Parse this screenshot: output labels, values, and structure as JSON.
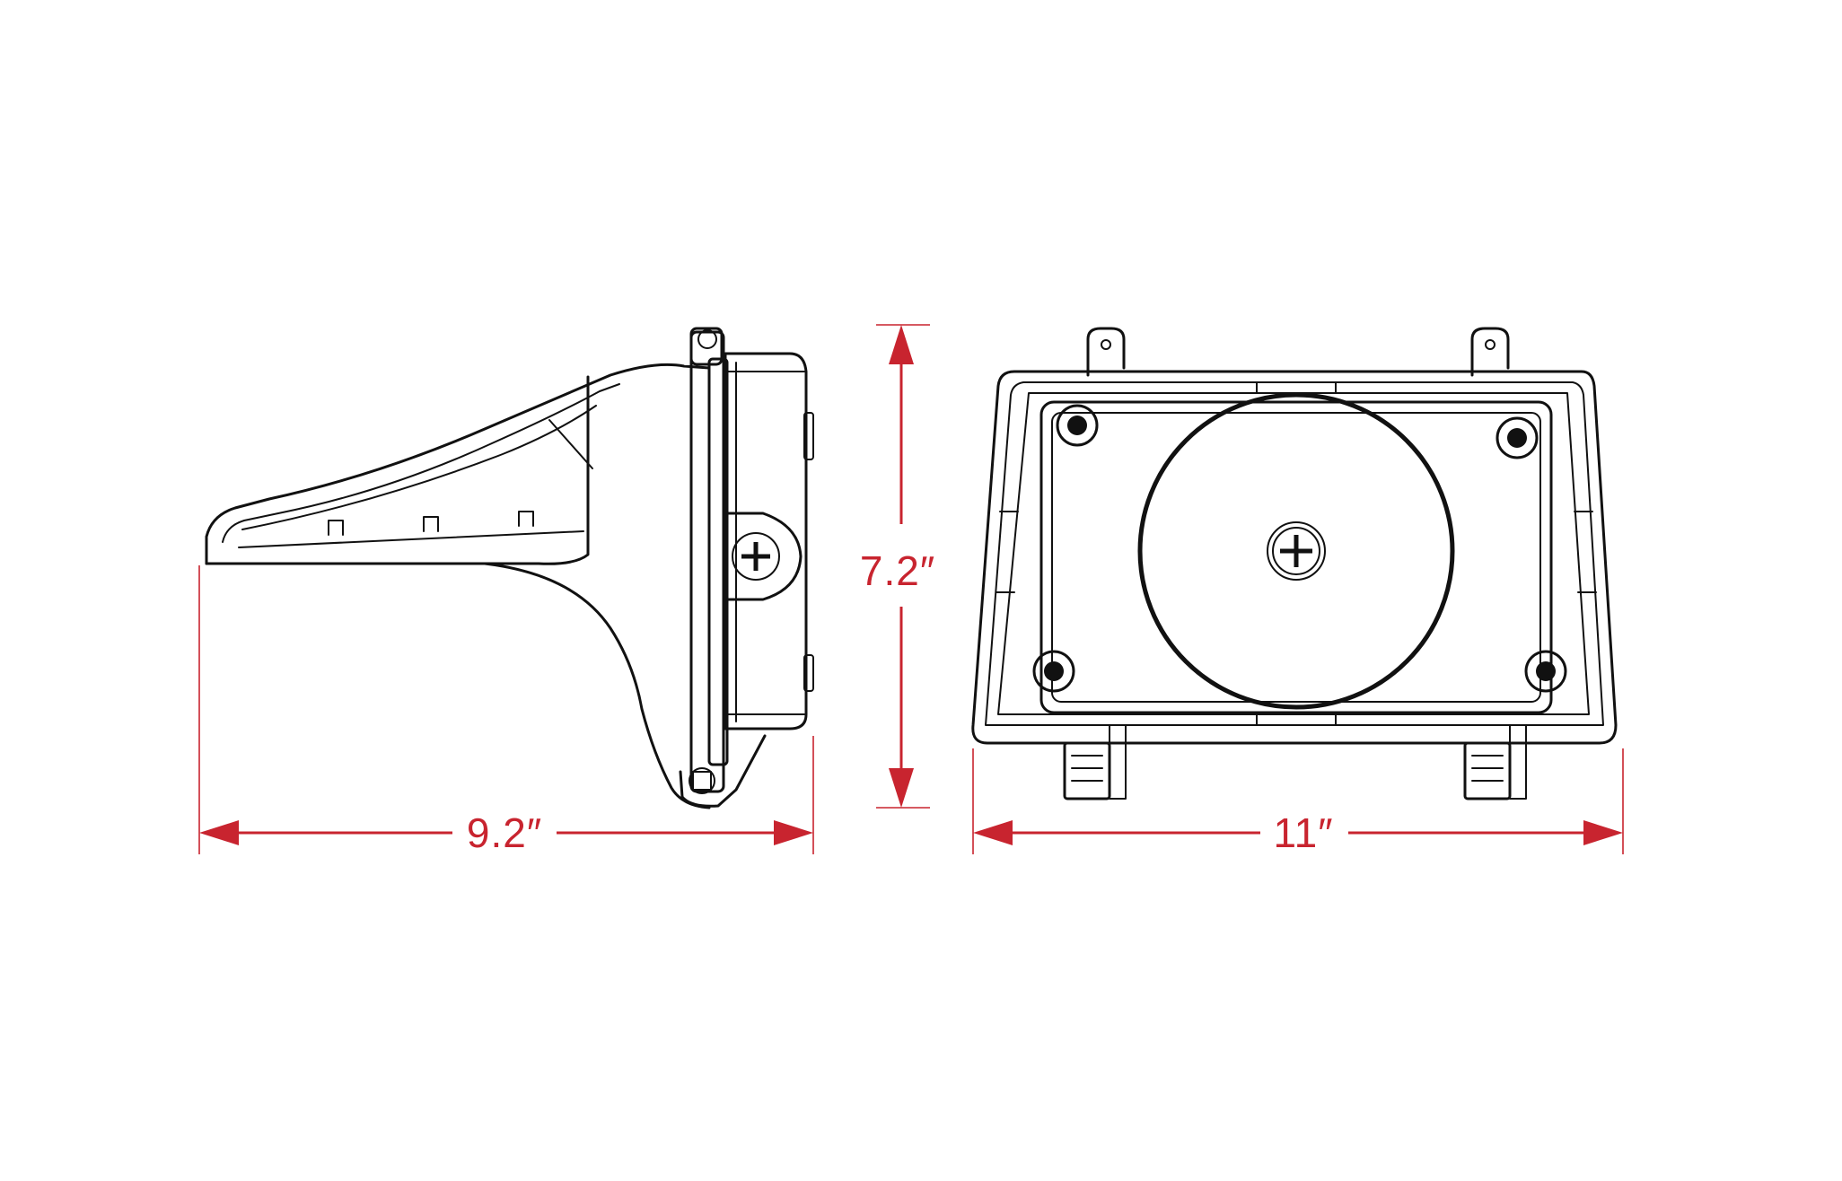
{
  "dimensions": {
    "depth": "9.2″",
    "height": "7.2″",
    "width": "11″"
  },
  "colors": {
    "dimension": "#c8242f",
    "linework": "#111111",
    "background": "#ffffff"
  }
}
